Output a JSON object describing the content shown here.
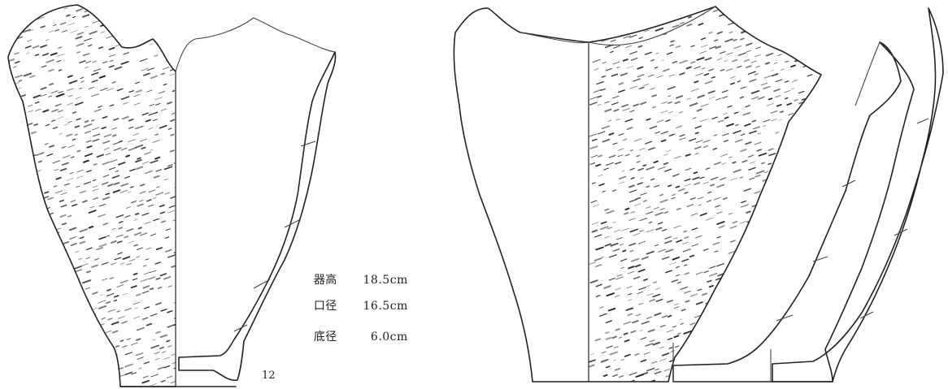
{
  "figure": {
    "number": "12",
    "measurements": [
      {
        "label": "器高",
        "value": "18.5cm"
      },
      {
        "label": "口径",
        "value": "16.5cm"
      },
      {
        "label": "底径",
        "value": "6.0cm"
      }
    ]
  },
  "colors": {
    "line": "#222222",
    "background": "#ffffff"
  }
}
